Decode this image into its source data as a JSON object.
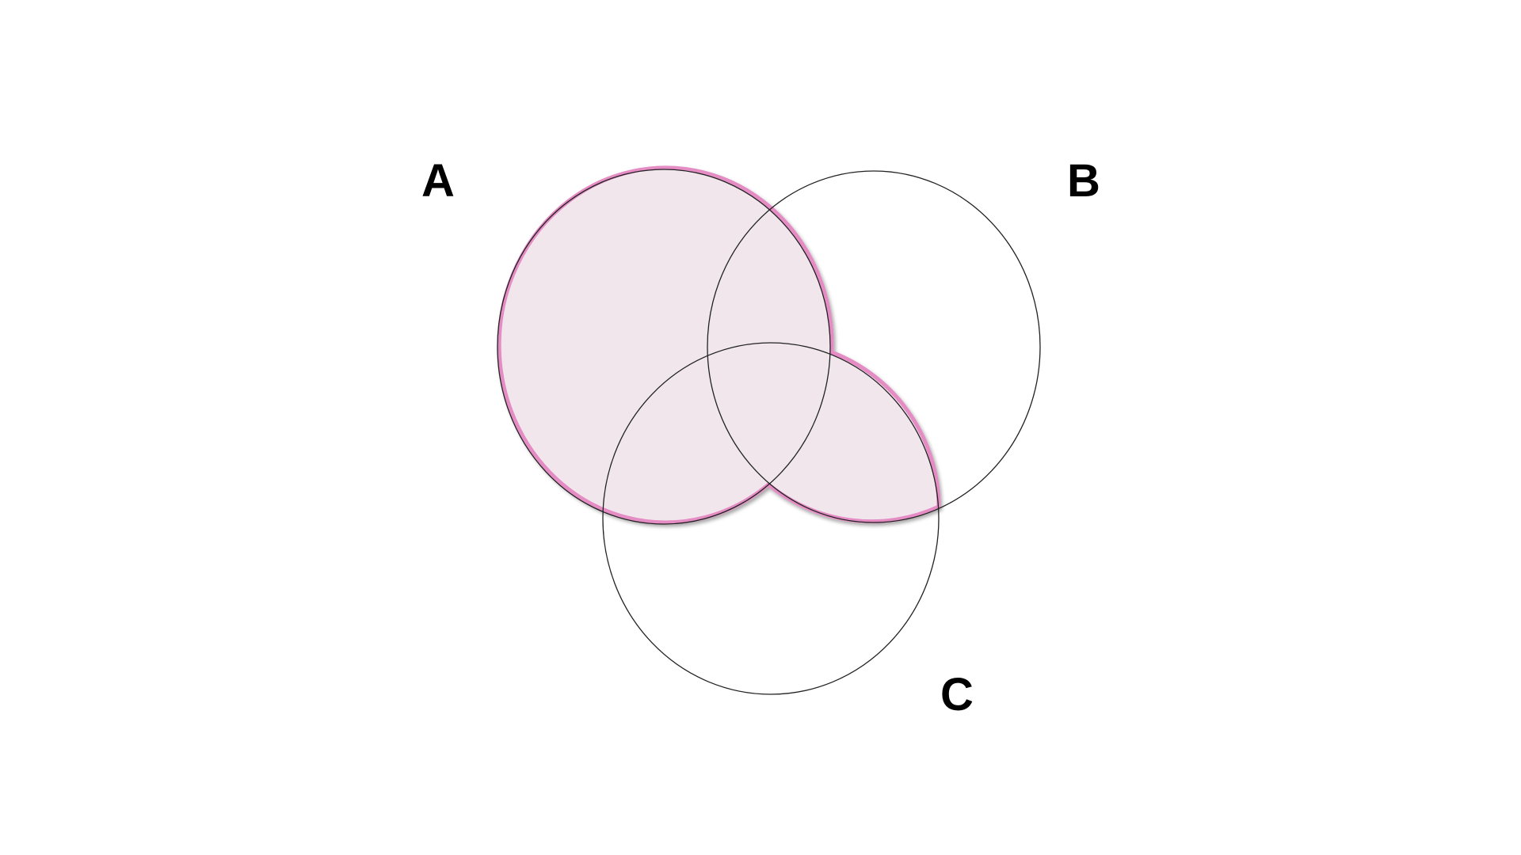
{
  "diagram": {
    "type": "venn",
    "sets": [
      {
        "id": "A",
        "label": "A"
      },
      {
        "id": "B",
        "label": "B"
      },
      {
        "id": "C",
        "label": "C"
      }
    ],
    "shaded_regions": [
      "A",
      "B∩C"
    ],
    "colors": {
      "shade_fill": "#f0e6ec",
      "shade_outline": "#e48cc3",
      "circle_stroke": "#222222",
      "label": "#000000",
      "background": "#ffffff"
    }
  }
}
